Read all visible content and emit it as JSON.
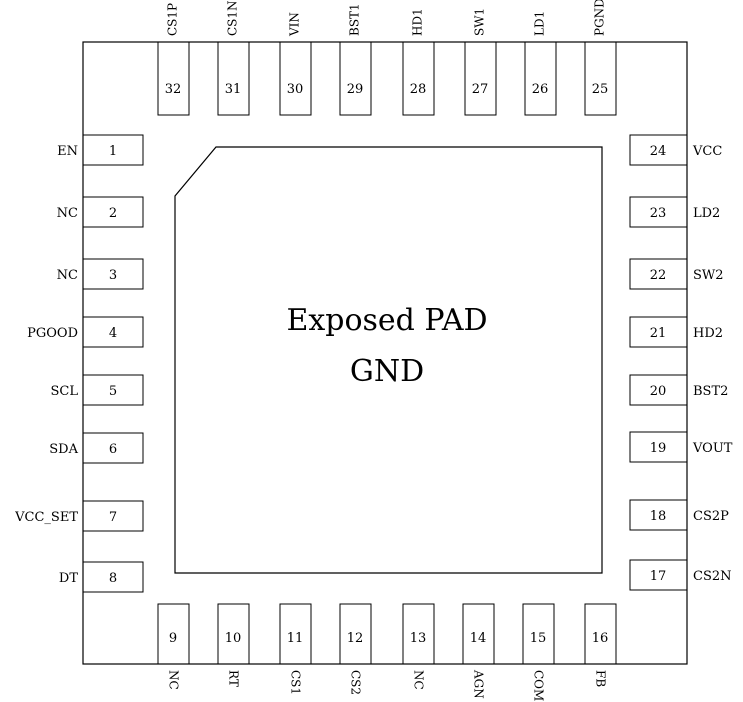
{
  "package": {
    "center_label": "Exposed PAD",
    "center_sublabel": "GND"
  },
  "pins": {
    "left": [
      {
        "num": "1",
        "name": "EN"
      },
      {
        "num": "2",
        "name": "NC"
      },
      {
        "num": "3",
        "name": "NC"
      },
      {
        "num": "4",
        "name": "PGOOD"
      },
      {
        "num": "5",
        "name": "SCL"
      },
      {
        "num": "6",
        "name": "SDA"
      },
      {
        "num": "7",
        "name": "VCC_SET"
      },
      {
        "num": "8",
        "name": "DT"
      }
    ],
    "bottom": [
      {
        "num": "9",
        "name": "NC"
      },
      {
        "num": "10",
        "name": "RT"
      },
      {
        "num": "11",
        "name": "CS1"
      },
      {
        "num": "12",
        "name": "CS2"
      },
      {
        "num": "13",
        "name": "NC"
      },
      {
        "num": "14",
        "name": "AGN"
      },
      {
        "num": "15",
        "name": "COM"
      },
      {
        "num": "16",
        "name": "FB"
      }
    ],
    "right": [
      {
        "num": "17",
        "name": "CS2N"
      },
      {
        "num": "18",
        "name": "CS2P"
      },
      {
        "num": "19",
        "name": "VOUT"
      },
      {
        "num": "20",
        "name": "BST2"
      },
      {
        "num": "21",
        "name": "HD2"
      },
      {
        "num": "22",
        "name": "SW2"
      },
      {
        "num": "23",
        "name": "LD2"
      },
      {
        "num": "24",
        "name": "VCC"
      }
    ],
    "top": [
      {
        "num": "25",
        "name": "PGND"
      },
      {
        "num": "26",
        "name": "LD1"
      },
      {
        "num": "27",
        "name": "SW1"
      },
      {
        "num": "28",
        "name": "HD1"
      },
      {
        "num": "29",
        "name": "BST1"
      },
      {
        "num": "30",
        "name": "VIN"
      },
      {
        "num": "31",
        "name": "CS1N"
      },
      {
        "num": "32",
        "name": "CS1P"
      }
    ]
  }
}
